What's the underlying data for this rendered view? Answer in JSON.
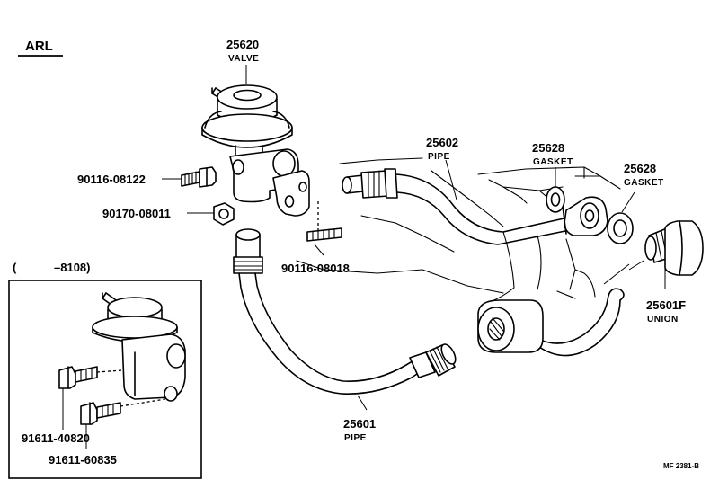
{
  "header": {
    "label": "ARL"
  },
  "inset": {
    "range_open": "(",
    "range_end": "–8108)"
  },
  "parts": [
    {
      "number": "25620",
      "name": "VALVE"
    },
    {
      "number": "90116-08122",
      "name": ""
    },
    {
      "number": "90170-08011",
      "name": ""
    },
    {
      "number": "90116-08018",
      "name": ""
    },
    {
      "number": "25602",
      "name": "PIPE"
    },
    {
      "number": "25628",
      "name": "GASKET"
    },
    {
      "number": "25628",
      "name": "GASKET"
    },
    {
      "number": "25601F",
      "name": "UNION"
    },
    {
      "number": "25601",
      "name": "PIPE"
    },
    {
      "number": "91611-40820",
      "name": ""
    },
    {
      "number": "91611-60835",
      "name": ""
    }
  ],
  "footer": {
    "code": "MF 2381-B"
  }
}
